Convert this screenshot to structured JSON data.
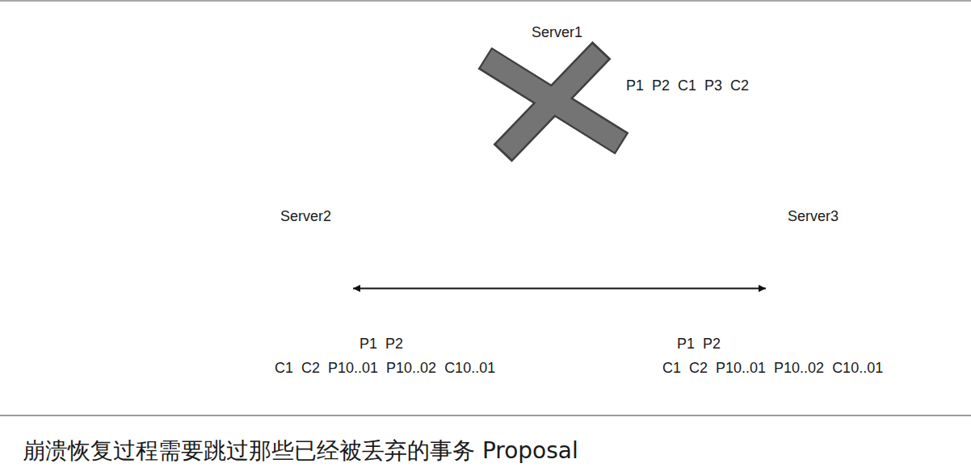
{
  "diagram": {
    "caption": "崩溃恢复过程需要跳过那些已经被丢弃的事务 Proposal",
    "nodes": [
      {
        "text": [
          "Server1",
          "P1 P2 C1 P3 C2"
        ]
      },
      {
        "text": [
          "Server2",
          "P1 P2",
          "C1 C2 P10..01 P10..02 C10..01"
        ]
      },
      {
        "text": [
          "Server3",
          "P1 P2",
          "C1 C2 P10..01 P10..02 C10..01"
        ]
      }
    ],
    "edges": [
      {
        "from": 1,
        "to": 2,
        "arrow": "both"
      }
    ]
  }
}
